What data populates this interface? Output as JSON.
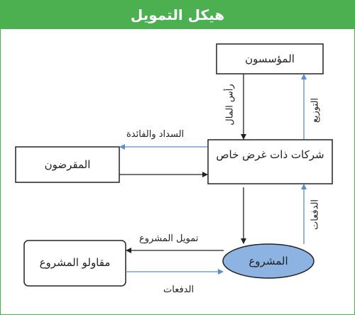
{
  "title": "هيكل التمويل",
  "nodes": {
    "founders": "المؤسسون",
    "spv": "شركات ذات غرض خاص",
    "lenders": "المقرضون",
    "project": "المشروع",
    "contractors": "مقاولو المشروع"
  },
  "edges": {
    "capital": "رأس المال",
    "distribution": "التوزيع",
    "repayment_interest": "السداد والفائدة",
    "payments_right": "الدفعات",
    "project_financing": "تمويل المشروع",
    "payments_bottom": "الدفعات"
  },
  "colors": {
    "header": "#4caf50",
    "blue_arrow": "#5b8fc9",
    "ellipse_fill": "#8db3e2"
  }
}
